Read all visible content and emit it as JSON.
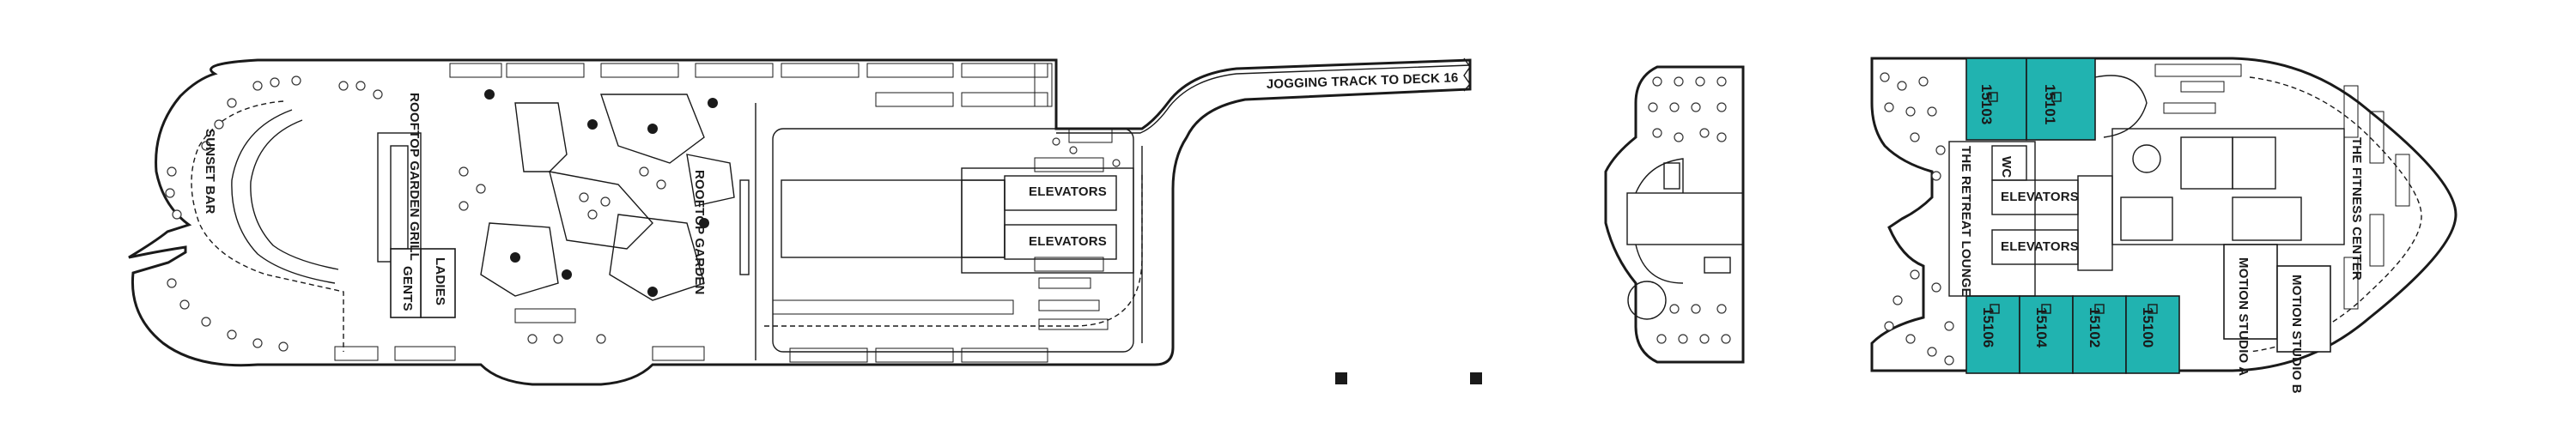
{
  "colors": {
    "suite_fill": "#21b3b0",
    "outline": "#1a1a1a",
    "background": "#ffffff"
  },
  "labels": {
    "sunset_bar": "SUNSET BAR",
    "rooftop_garden_grill": "ROOFTOP GARDEN GRILL",
    "rooftop_garden": "ROOFTOP GARDEN",
    "ladies": "LADIES",
    "gents": "GENTS",
    "jogging_track": "JOGGING TRACK TO DECK 16",
    "elevators": "ELEVATORS",
    "wc": "WC",
    "retreat_lounge": "THE RETREAT LOUNGE",
    "fitness_center": "THE FITNESS CENTER",
    "motion_studio_a": "MOTION STUDIO A",
    "motion_studio_b": "MOTION STUDIO B"
  },
  "cabins": [
    "15103",
    "15101",
    "15106",
    "15104",
    "15102",
    "15100"
  ]
}
